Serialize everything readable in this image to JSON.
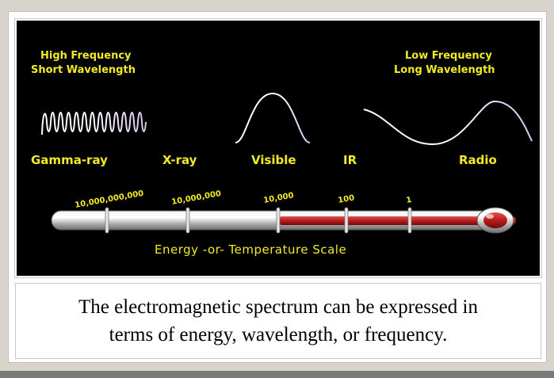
{
  "figure": {
    "left_heading": [
      "High Frequency",
      "Short Wavelength"
    ],
    "right_heading": [
      "Low Frequency",
      "Long Wavelength"
    ],
    "bands": [
      "Gamma-ray",
      "X-ray",
      "Visible",
      "IR",
      "Radio"
    ],
    "scale_ticks": [
      "10,000,000,000",
      "10,000,000",
      "10,000",
      "100",
      "1"
    ],
    "scale_caption": "Energy -or- Temperature Scale",
    "colors": {
      "label_yellow": "#f2ea27",
      "mercury_red": "#b81c1c",
      "wave_white": "#ffffff"
    }
  },
  "caption": {
    "line1": "The electromagnetic spectrum can be expressed in",
    "line2": "terms of energy, wavelength, or frequency."
  }
}
